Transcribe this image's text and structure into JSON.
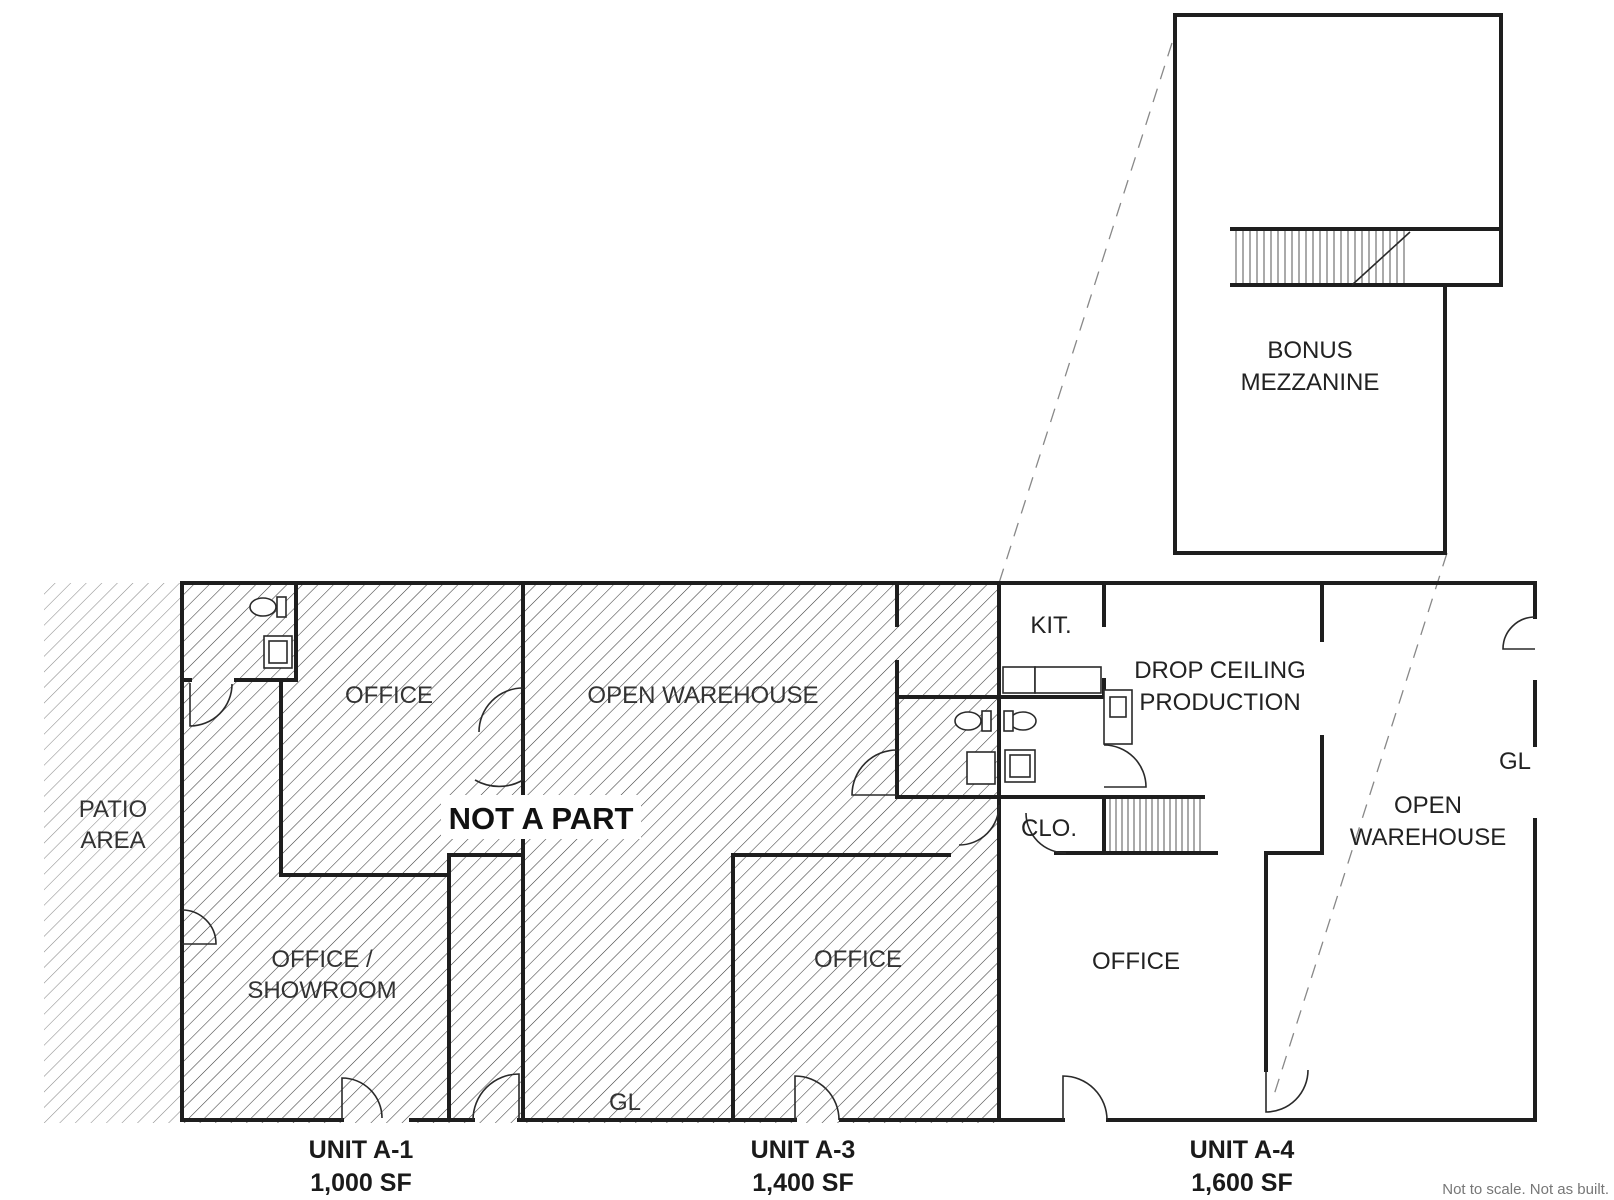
{
  "units": [
    {
      "name": "UNIT A-1",
      "area": "1,000 SF"
    },
    {
      "name": "UNIT A-3",
      "area": "1,400 SF"
    },
    {
      "name": "UNIT A-4",
      "area": "1,600 SF"
    }
  ],
  "not_a_part": "NOT A PART",
  "rooms": {
    "patio_line1": "PATIO",
    "patio_line2": "AREA",
    "a1_office": "OFFICE",
    "a1_showroom_line1": "OFFICE /",
    "a1_showroom_line2": "SHOWROOM",
    "a3_open_warehouse": "OPEN WAREHOUSE",
    "a3_office": "OFFICE",
    "a3_gl": "GL",
    "kit": "KIT.",
    "drop_line1": "DROP CEILING",
    "drop_line2": "PRODUCTION",
    "clo": "CLO.",
    "a4_office": "OFFICE",
    "a4_gl": "GL",
    "a4_open_line1": "OPEN",
    "a4_open_line2": "WAREHOUSE",
    "mezz_line1": "BONUS",
    "mezz_line2": "MEZZANINE"
  },
  "note": "Not to scale. Not as built."
}
